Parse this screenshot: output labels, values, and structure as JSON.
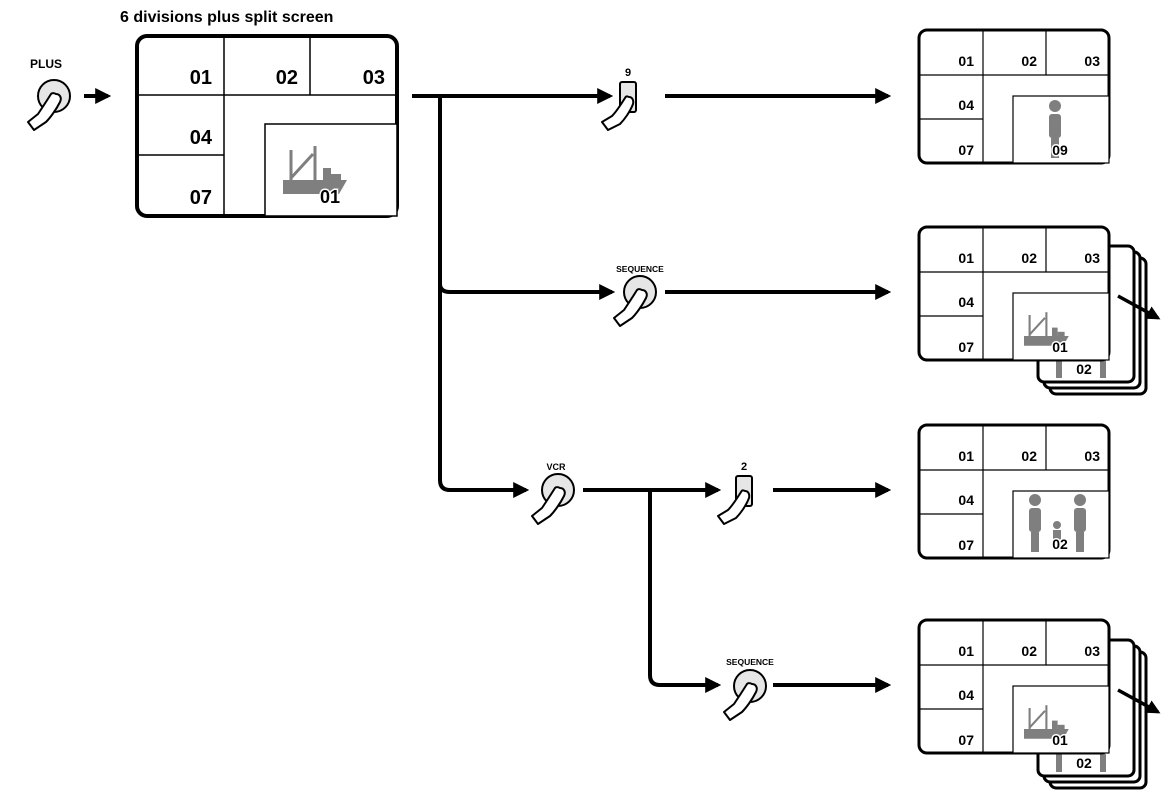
{
  "title": "6 divisions plus split screen",
  "buttons": {
    "plus": "PLUS",
    "nine": "9",
    "sequence_1": "SEQUENCE",
    "vcr": "VCR",
    "two": "2",
    "sequence_2": "SEQUENCE"
  },
  "main_screen": {
    "cells": [
      "01",
      "02",
      "03",
      "04",
      "07"
    ],
    "large_view": "01",
    "large_image": "ship-icon"
  },
  "results": [
    {
      "cells": [
        "01",
        "02",
        "03",
        "04",
        "07"
      ],
      "large_view": "09",
      "large_image": "person-icon",
      "stacked": false
    },
    {
      "cells": [
        "01",
        "02",
        "03",
        "04",
        "07"
      ],
      "large_view": "01",
      "large_image": "ship-icon",
      "stacked": true,
      "back_view": "02"
    },
    {
      "cells": [
        "01",
        "02",
        "03",
        "04",
        "07"
      ],
      "large_view": "02",
      "large_image": "family-icon",
      "stacked": false
    },
    {
      "cells": [
        "01",
        "02",
        "03",
        "04",
        "07"
      ],
      "large_view": "01",
      "large_image": "ship-icon",
      "stacked": true,
      "back_view": "02"
    }
  ],
  "colors": {
    "line": "#000000",
    "image": "#7f7f7f",
    "button_fill": "#e6e6e6"
  }
}
